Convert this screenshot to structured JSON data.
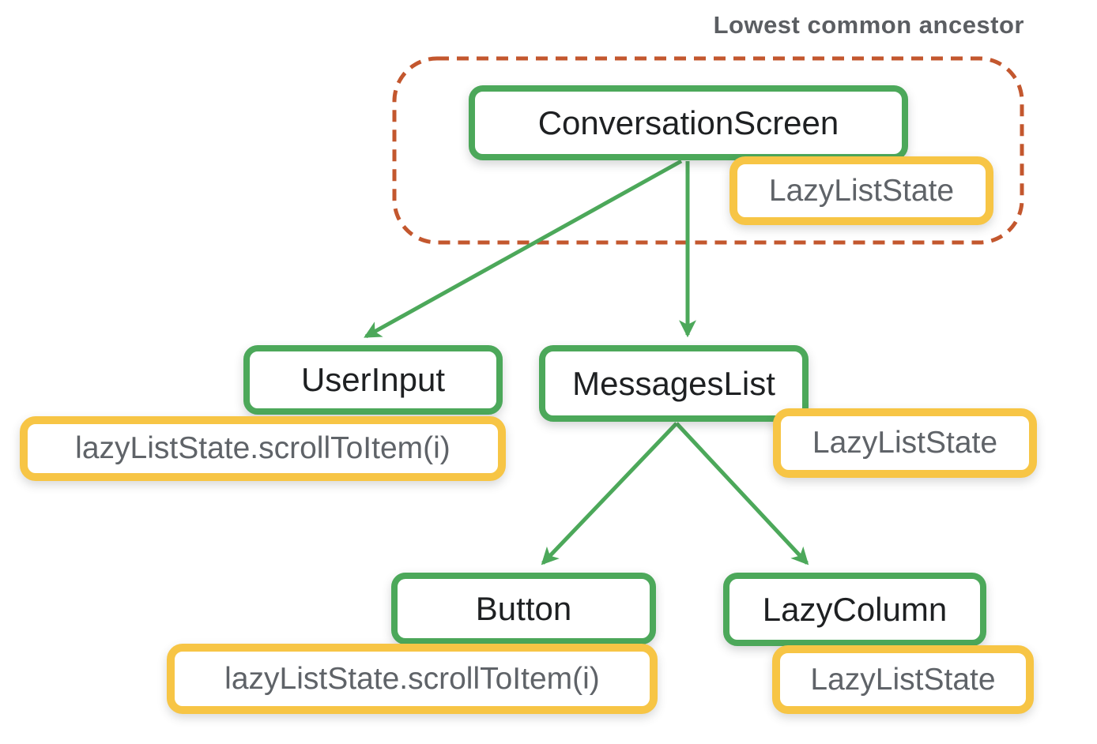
{
  "annotation": {
    "label": "Lowest common ancestor"
  },
  "nodes": {
    "conversation_screen": {
      "label": "ConversationScreen"
    },
    "user_input": {
      "label": "UserInput"
    },
    "messages_list": {
      "label": "MessagesList"
    },
    "button": {
      "label": "Button"
    },
    "lazy_column": {
      "label": "LazyColumn"
    }
  },
  "states": {
    "conversation_screen": {
      "label": "LazyListState"
    },
    "user_input": {
      "label": "lazyListState.scrollToItem(i)"
    },
    "messages_list": {
      "label": "LazyListState"
    },
    "button": {
      "label": "lazyListState.scrollToItem(i)"
    },
    "lazy_column": {
      "label": "LazyListState"
    }
  },
  "edges": [
    {
      "from": "ConversationScreen",
      "to": "UserInput"
    },
    {
      "from": "ConversationScreen",
      "to": "MessagesList"
    },
    {
      "from": "MessagesList",
      "to": "Button"
    },
    {
      "from": "MessagesList",
      "to": "LazyColumn"
    }
  ],
  "colors": {
    "component_border": "#4CA85A",
    "state_border": "#F7C545",
    "ancestor_outline": "#C3572E",
    "arrow": "#4CA85A",
    "component_text": "#1E2022",
    "state_text": "#5F6368",
    "annotation_text": "#5B5E62",
    "background": "#FFFFFF"
  }
}
